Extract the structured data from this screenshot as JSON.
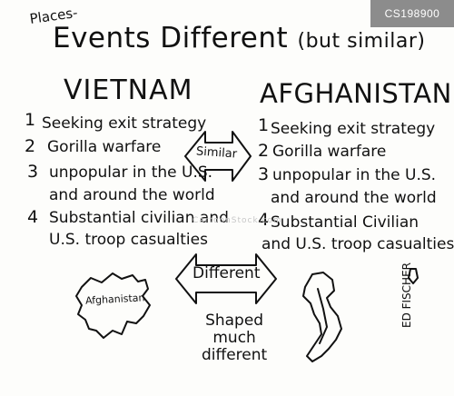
{
  "badge": "CS198900",
  "title": {
    "places": "Places-",
    "main": "Events Different",
    "sub": "(but similar)"
  },
  "columns": {
    "left_title": "VIETNAM",
    "right_title": "AFGHANISTAN"
  },
  "left_items": [
    {
      "num": "1",
      "lines": [
        "Seeking exit strategy"
      ]
    },
    {
      "num": "2",
      "lines": [
        "Gorilla warfare"
      ]
    },
    {
      "num": "3",
      "lines": [
        "unpopular in the U.S.",
        "and around the world"
      ]
    },
    {
      "num": "4",
      "lines": [
        "Substantial civilian and",
        "U.S. troop casualties"
      ]
    }
  ],
  "right_items": [
    {
      "num": "1",
      "lines": [
        "Seeking exit strategy"
      ]
    },
    {
      "num": "2",
      "lines": [
        "Gorilla warfare"
      ]
    },
    {
      "num": "3",
      "lines": [
        "unpopular in the U.S.",
        "and around the world"
      ]
    },
    {
      "num": "4",
      "lines": [
        "Substantial Civilian",
        "and U.S. troop casualties"
      ]
    }
  ],
  "arrows": {
    "similar": "Similar",
    "different": "Different"
  },
  "maps": {
    "afghanistan_label": "Afghanistan"
  },
  "shaped_note": [
    "Shaped",
    "much",
    "different"
  ],
  "signature": "ED FISCHER",
  "watermark": "CartoonStock.com"
}
